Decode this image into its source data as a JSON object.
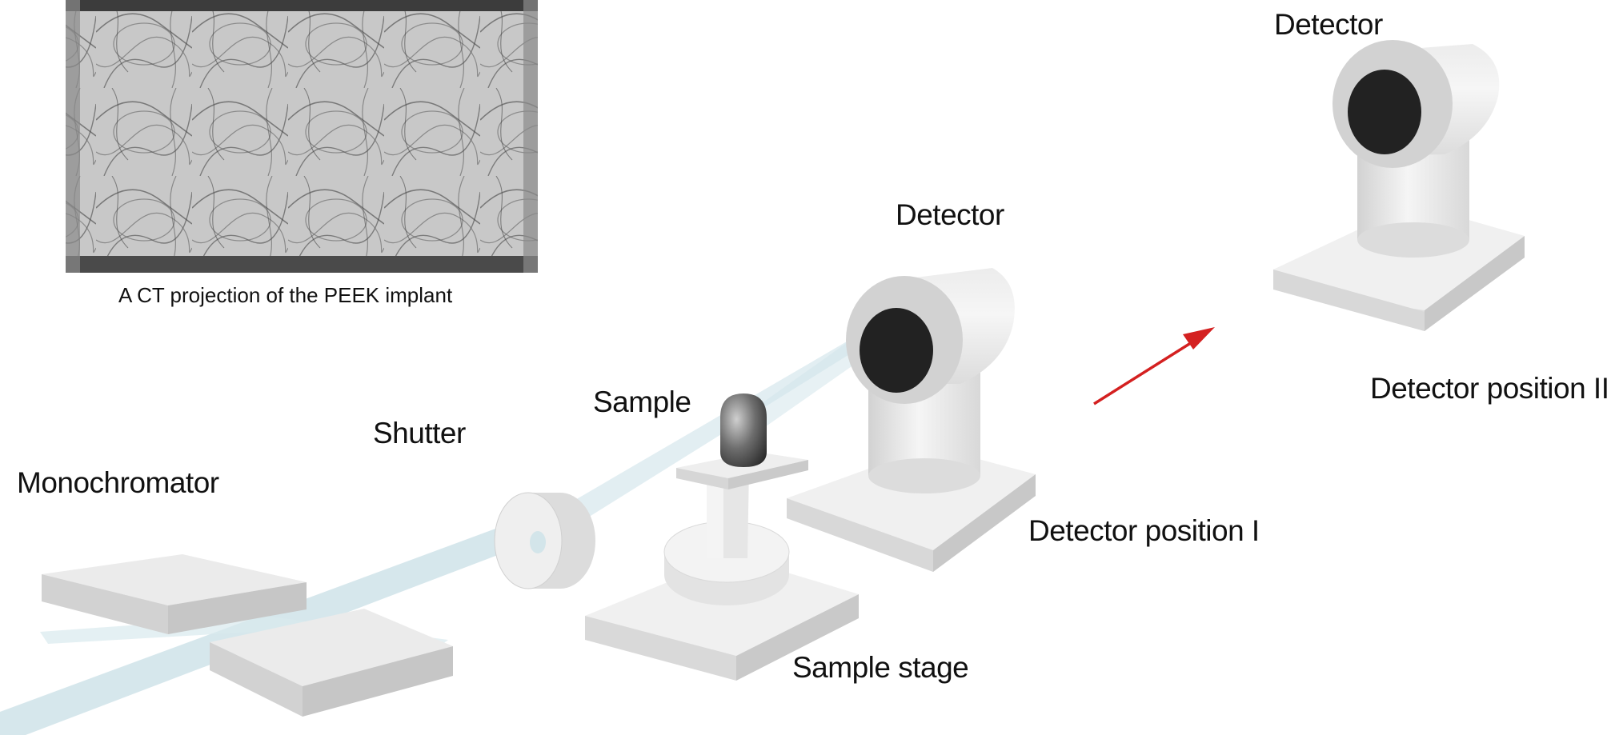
{
  "caption": "A CT projection of the PEEK implant",
  "labels": {
    "monochromator": "Monochromator",
    "shutter": "Shutter",
    "sample": "Sample",
    "sample_stage": "Sample stage",
    "detector_1": "Detector",
    "detector_position_1": "Detector position I",
    "detector_2": "Detector",
    "detector_position_2": "Detector position II"
  },
  "colors": {
    "beam": "#cfe3e9",
    "arrow": "#d42020",
    "detector_face": "#222222",
    "hardware": "#e6e6e6"
  }
}
